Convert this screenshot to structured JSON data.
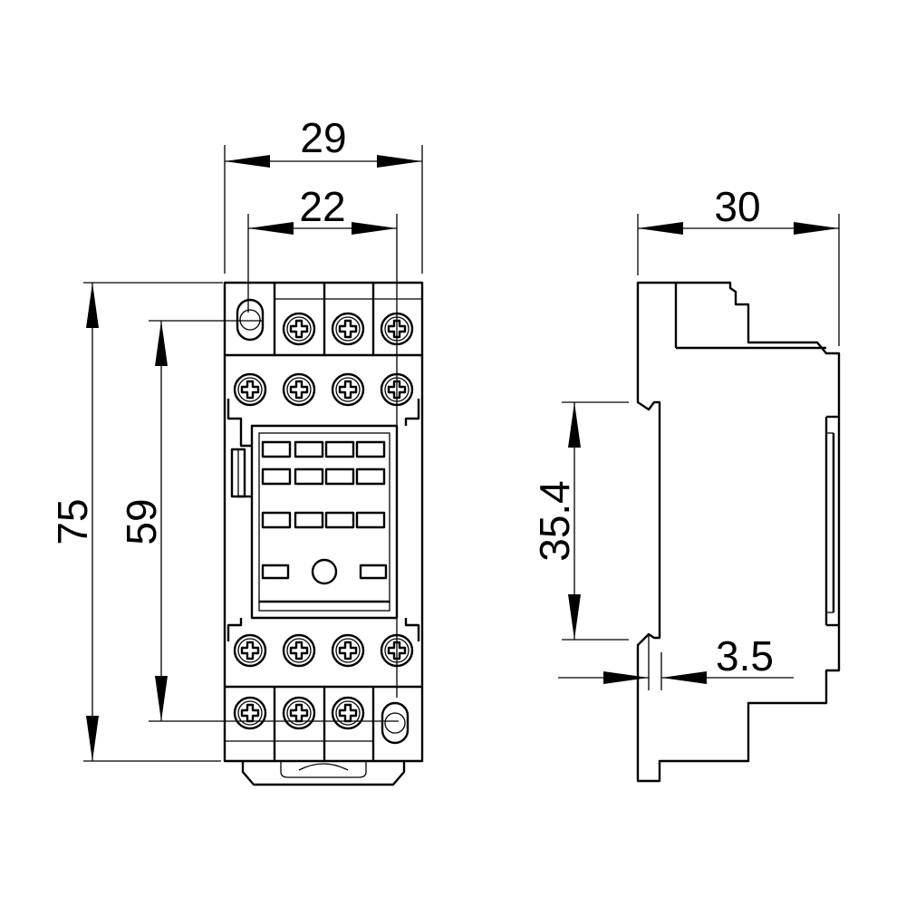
{
  "front_view": {
    "dimensions": {
      "overall_width": "29",
      "center_width": "22",
      "overall_height": "75",
      "center_height": "59"
    },
    "terminal_rows": {
      "top_row_screws": 3,
      "upper_row_screws": 4,
      "lower_row_screws": 4,
      "bottom_row_screws": 3
    },
    "contact_slot_rows": 3,
    "contact_slots_per_row": 4
  },
  "side_view": {
    "dimensions": {
      "depth": "30",
      "rail_height": "35.4",
      "rail_offset": "3.5"
    }
  },
  "colors": {
    "line": "#000000",
    "background": "#ffffff"
  },
  "icons": {
    "screw": "screw-head-icon",
    "mounting_hole": "mounting-hole-icon"
  }
}
